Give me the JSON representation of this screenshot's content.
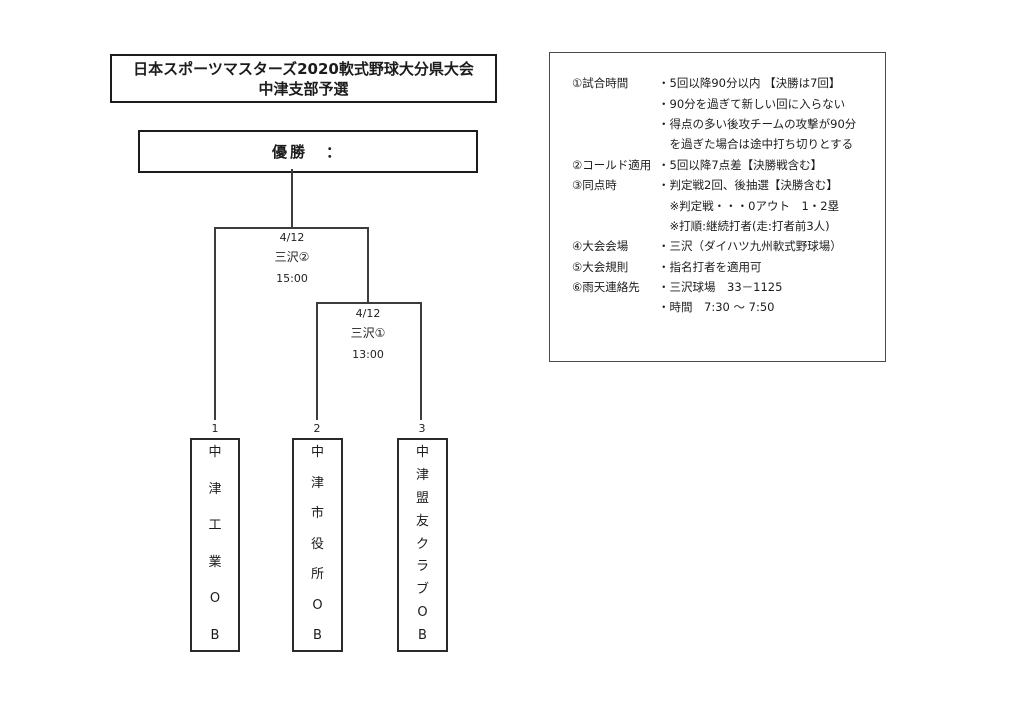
{
  "title": {
    "line1": "日本スポーツマスターズ2020軟式野球大分県大会",
    "line2": "中津支部予選"
  },
  "champion": {
    "label": "優勝　："
  },
  "bracket": {
    "final": {
      "date": "4/12",
      "venue": "三沢②",
      "time": "15:00"
    },
    "semi": {
      "date": "4/12",
      "venue": "三沢①",
      "time": "13:00"
    },
    "teams": [
      {
        "seed": "1",
        "name": "中津工業OB",
        "chars": [
          "中",
          "津",
          "工",
          "業",
          "O",
          "B"
        ]
      },
      {
        "seed": "2",
        "name": "中津市役所OB",
        "chars": [
          "中",
          "津",
          "市",
          "役",
          "所",
          "O",
          "B"
        ]
      },
      {
        "seed": "3",
        "name": "中津盟友クラブOB",
        "chars": [
          "中",
          "津",
          "盟",
          "友",
          "ク",
          "ラ",
          "ブ",
          "O",
          "B"
        ]
      }
    ]
  },
  "rules": {
    "rows": [
      {
        "label": "①試合時間",
        "text": "・5回以降90分以内 【決勝は7回】"
      },
      {
        "label": "",
        "text": "・90分を過ぎて新しい回に入らない"
      },
      {
        "label": "",
        "text": "・得点の多い後攻チームの攻撃が90分"
      },
      {
        "label": "",
        "text": "　を過ぎた場合は途中打ち切りとする"
      },
      {
        "label": "②コールド適用",
        "text": "・5回以降7点差【決勝戦含む】"
      },
      {
        "label": "③同点時",
        "text": "・判定戦2回、後抽選【決勝含む】"
      },
      {
        "label": "",
        "text": "　※判定戦・・・0アウト　1・2塁"
      },
      {
        "label": "",
        "text": "　※打順:継続打者(走:打者前3人)"
      },
      {
        "label": "④大会会場",
        "text": "・三沢（ダイハツ九州軟式野球場）"
      },
      {
        "label": "⑤大会規則",
        "text": "・指名打者を適用可"
      },
      {
        "label": "⑥雨天連絡先",
        "text": "・三沢球場　33－1125"
      },
      {
        "label": "",
        "text": "・時間　7:30 ～ 7:50"
      }
    ]
  }
}
